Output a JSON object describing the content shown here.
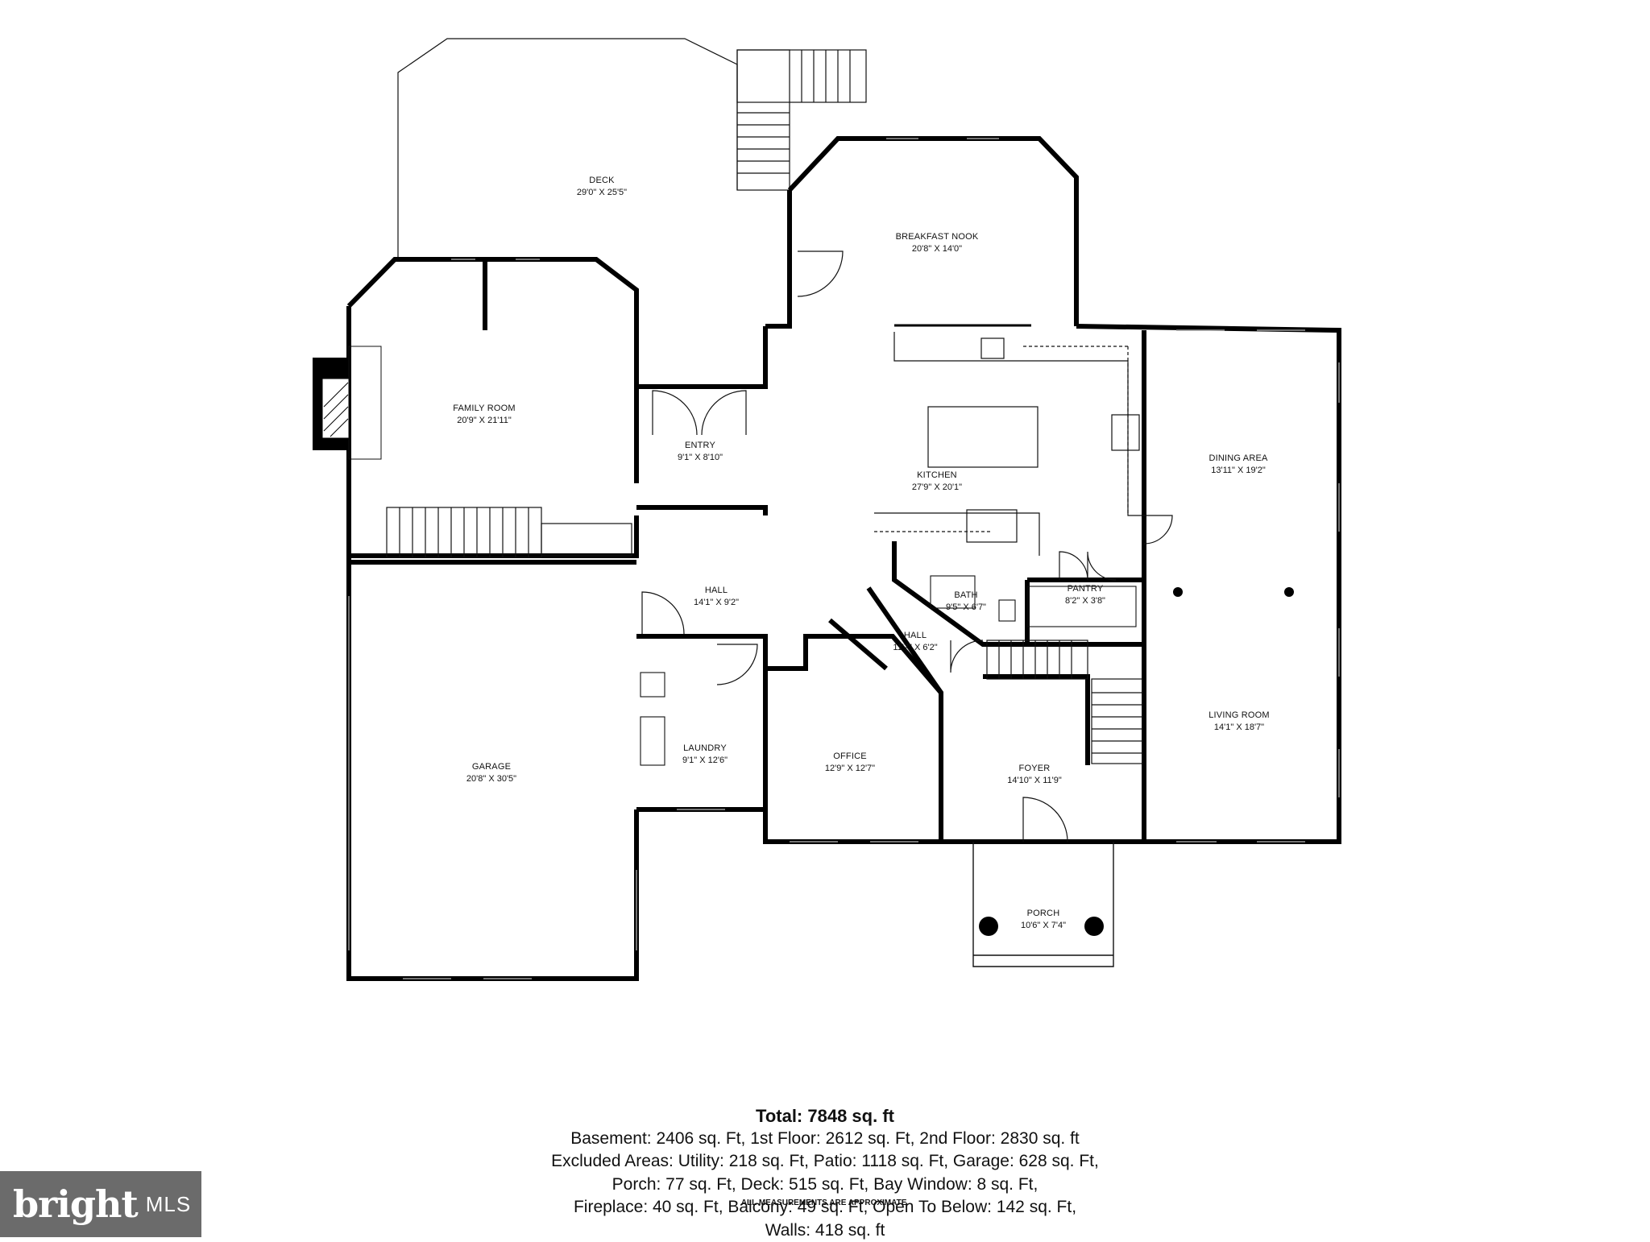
{
  "rooms": {
    "deck": {
      "name": "DECK",
      "dim": "29'0\" X 25'5\""
    },
    "breakfast": {
      "name": "BREAKFAST NOOK",
      "dim": "20'8\" X 14'0\""
    },
    "family": {
      "name": "FAMILY ROOM",
      "dim": "20'9\" X 21'11\""
    },
    "entry": {
      "name": "ENTRY",
      "dim": "9'1\" X 8'10\""
    },
    "kitchen": {
      "name": "KITCHEN",
      "dim": "27'9\" X 20'1\""
    },
    "dining": {
      "name": "DINING AREA",
      "dim": "13'11\" X 19'2\""
    },
    "hall1": {
      "name": "HALL",
      "dim": "14'1\" X 9'2\""
    },
    "bath": {
      "name": "BATH",
      "dim": "9'5\" X 6'7\""
    },
    "pantry": {
      "name": "PANTRY",
      "dim": "8'2\" X 3'8\""
    },
    "hall2": {
      "name": "HALL",
      "dim": "11'7\" X 6'2\""
    },
    "living": {
      "name": "LIVING ROOM",
      "dim": "14'1\" X 18'7\""
    },
    "laundry": {
      "name": "LAUNDRY",
      "dim": "9'1\" X 12'6\""
    },
    "office": {
      "name": "OFFICE",
      "dim": "12'9\" X 12'7\""
    },
    "foyer": {
      "name": "FOYER",
      "dim": "14'10\" X 11'9\""
    },
    "garage": {
      "name": "GARAGE",
      "dim": "20'8\" X 30'5\""
    },
    "porch": {
      "name": "PORCH",
      "dim": "10'6\" X 7'4\""
    }
  },
  "summary": {
    "total": "Total: 7848 sq. ft",
    "lines": [
      "Basement: 2406 sq. Ft, 1st Floor: 2612 sq. Ft, 2nd Floor: 2830 sq. ft",
      "Excluded Areas: Utility: 218 sq. Ft, Patio: 1118 sq. Ft, Garage: 628 sq. Ft,",
      "Porch: 77 sq. Ft, Deck: 515 sq. Ft, Bay Window: 8 sq. Ft,",
      "Fireplace: 40 sq. Ft, Balcony: 49 sq. Ft, Open To Below: 142 sq. Ft,",
      "Walls: 418 sq. ft"
    ],
    "disclaimer": "ALL MEASUREMENTS ARE APPROXIMATE."
  },
  "logo": {
    "word": "bright",
    "suffix": "MLS"
  },
  "colors": {
    "wall": "#000000",
    "thin_wall": "#222222",
    "logo_bg": "#6b6b6b"
  }
}
